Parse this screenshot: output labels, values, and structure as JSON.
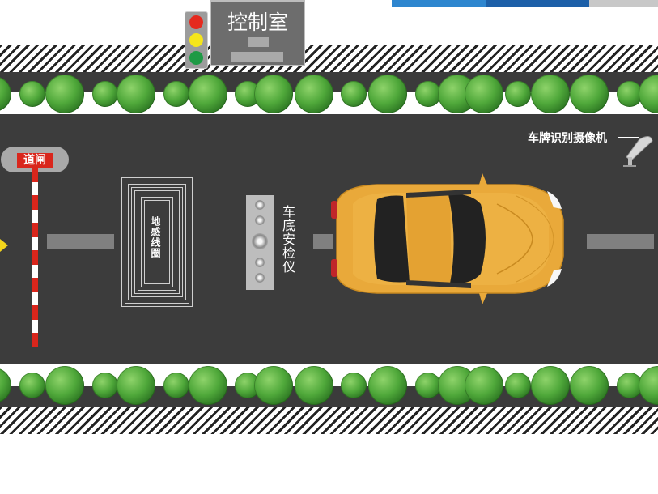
{
  "labels": {
    "control_room": "控制室",
    "barrier_gate": "道闸",
    "ground_loop": "地感线圈",
    "under_vehicle_scanner": "车底安检仪",
    "plate_camera": "车牌识别摄像机"
  },
  "colors": {
    "road": "#3c3c3c",
    "lane_dash": "#808080",
    "car_body": "#e9a93a",
    "gate_red": "#d9261c",
    "light_red": "#e52a1f",
    "light_yellow": "#f5e51b",
    "light_green": "#1e9a45",
    "top_bar_blue": "#1c6fbd"
  },
  "icons": [
    "traffic-light-icon",
    "camera-icon",
    "car-icon",
    "tree-icon",
    "barrier-gate-icon",
    "scanner-icon",
    "loop-coil-icon"
  ]
}
